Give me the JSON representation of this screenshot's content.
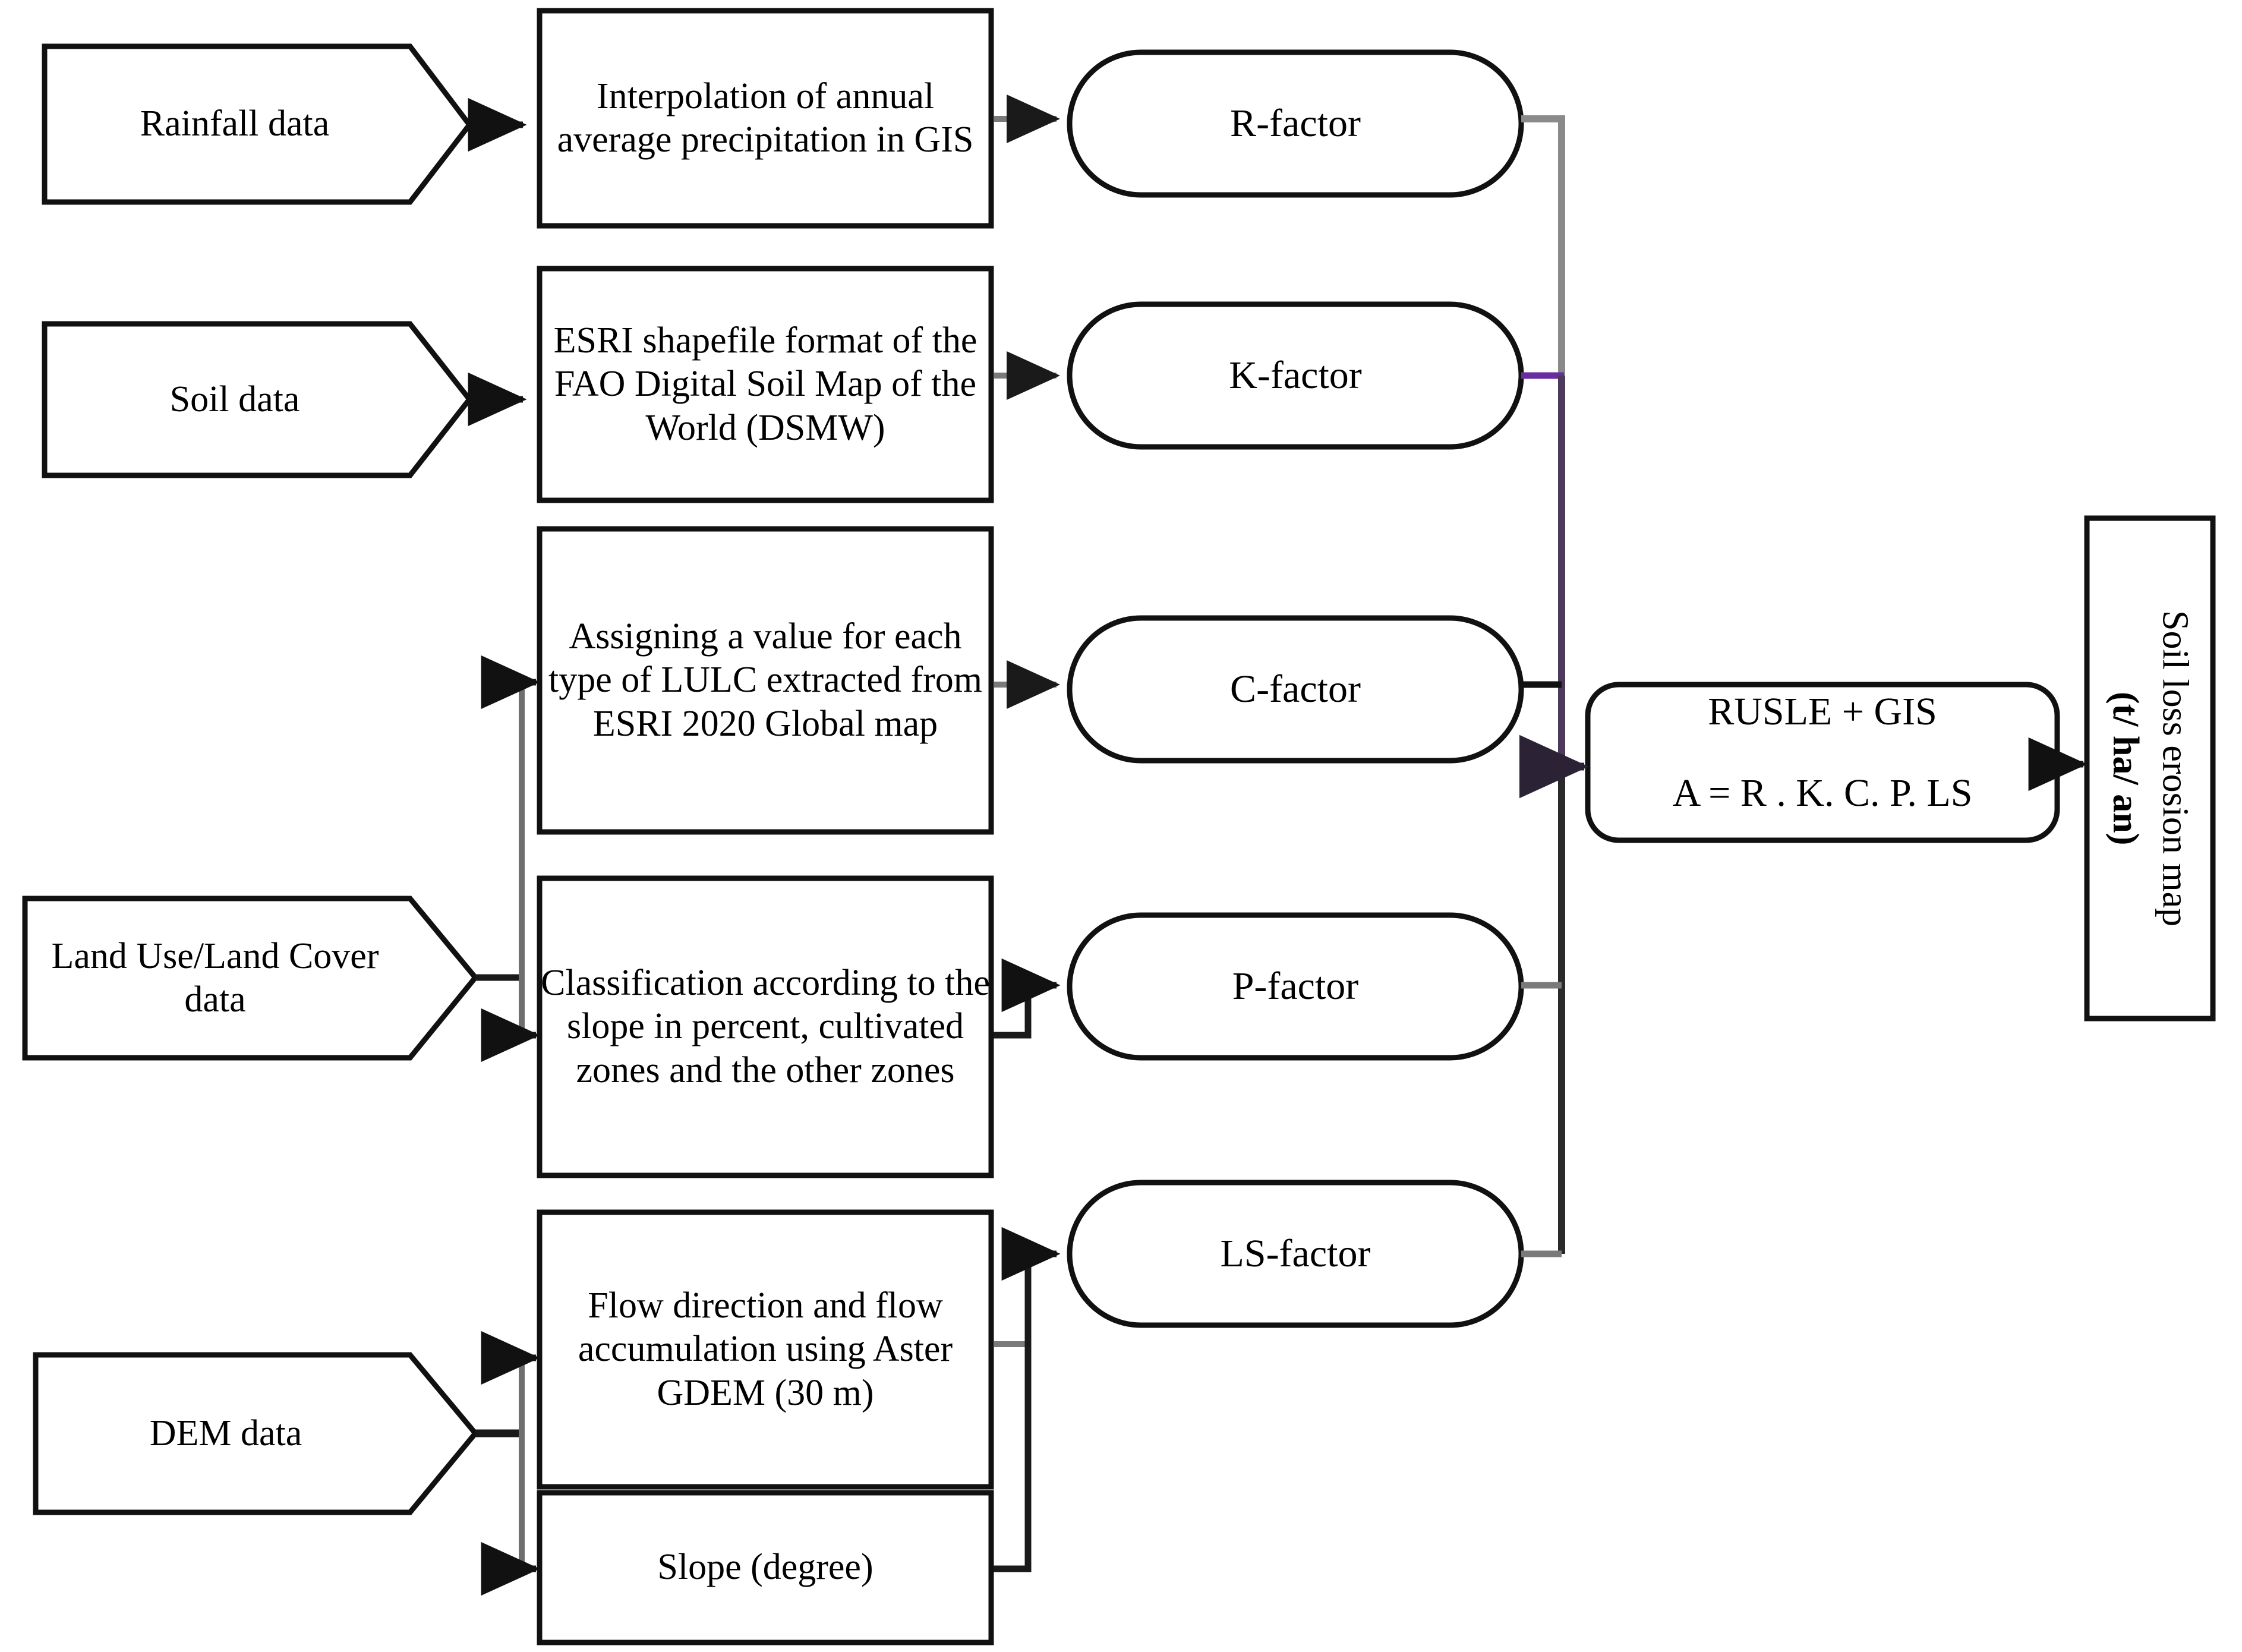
{
  "diagram": {
    "title": "RUSLE soil loss erosion methodology flowchart",
    "colors": {
      "stroke": "#1a1a1a",
      "connector_gray": "#7a7a7a",
      "connector_purple": "#6A2D9E",
      "background": "#ffffff",
      "text": "#000000"
    },
    "inputs": [
      {
        "id": "rainfall",
        "label": "Rainfall data"
      },
      {
        "id": "soil",
        "label": "Soil data"
      },
      {
        "id": "lulc",
        "label": "Land Use/Land Cover data"
      },
      {
        "id": "dem",
        "label": "DEM data"
      }
    ],
    "processes": [
      {
        "id": "interp",
        "label": "Interpolation of annual average precipitation  in GIS"
      },
      {
        "id": "esri",
        "label": "ESRI shapefile format of the FAO Digital Soil Map of the World (DSMW)"
      },
      {
        "id": "assign",
        "label": "Assigning a value for each type of LULC extracted from ESRI 2020 Global map"
      },
      {
        "id": "classif",
        "label": "Classification according to the slope in percent, cultivated zones and the other zones"
      },
      {
        "id": "flowdir",
        "label": "Flow direction and flow accumulation using Aster GDEM (30 m)"
      },
      {
        "id": "slope",
        "label": "Slope (degree)"
      }
    ],
    "factors": [
      {
        "id": "r",
        "label": "R-factor"
      },
      {
        "id": "k",
        "label": "K-factor"
      },
      {
        "id": "c",
        "label": "C-factor"
      },
      {
        "id": "p",
        "label": "P-factor"
      },
      {
        "id": "ls",
        "label": "LS-factor"
      }
    ],
    "model": {
      "id": "rusle",
      "line1": "RUSLE + GIS",
      "line2": "A = R . K. C. P. LS"
    },
    "output": {
      "id": "soilloss",
      "line1": "Soil loss erosion map",
      "line2": "(t/ ha/ an)"
    }
  }
}
